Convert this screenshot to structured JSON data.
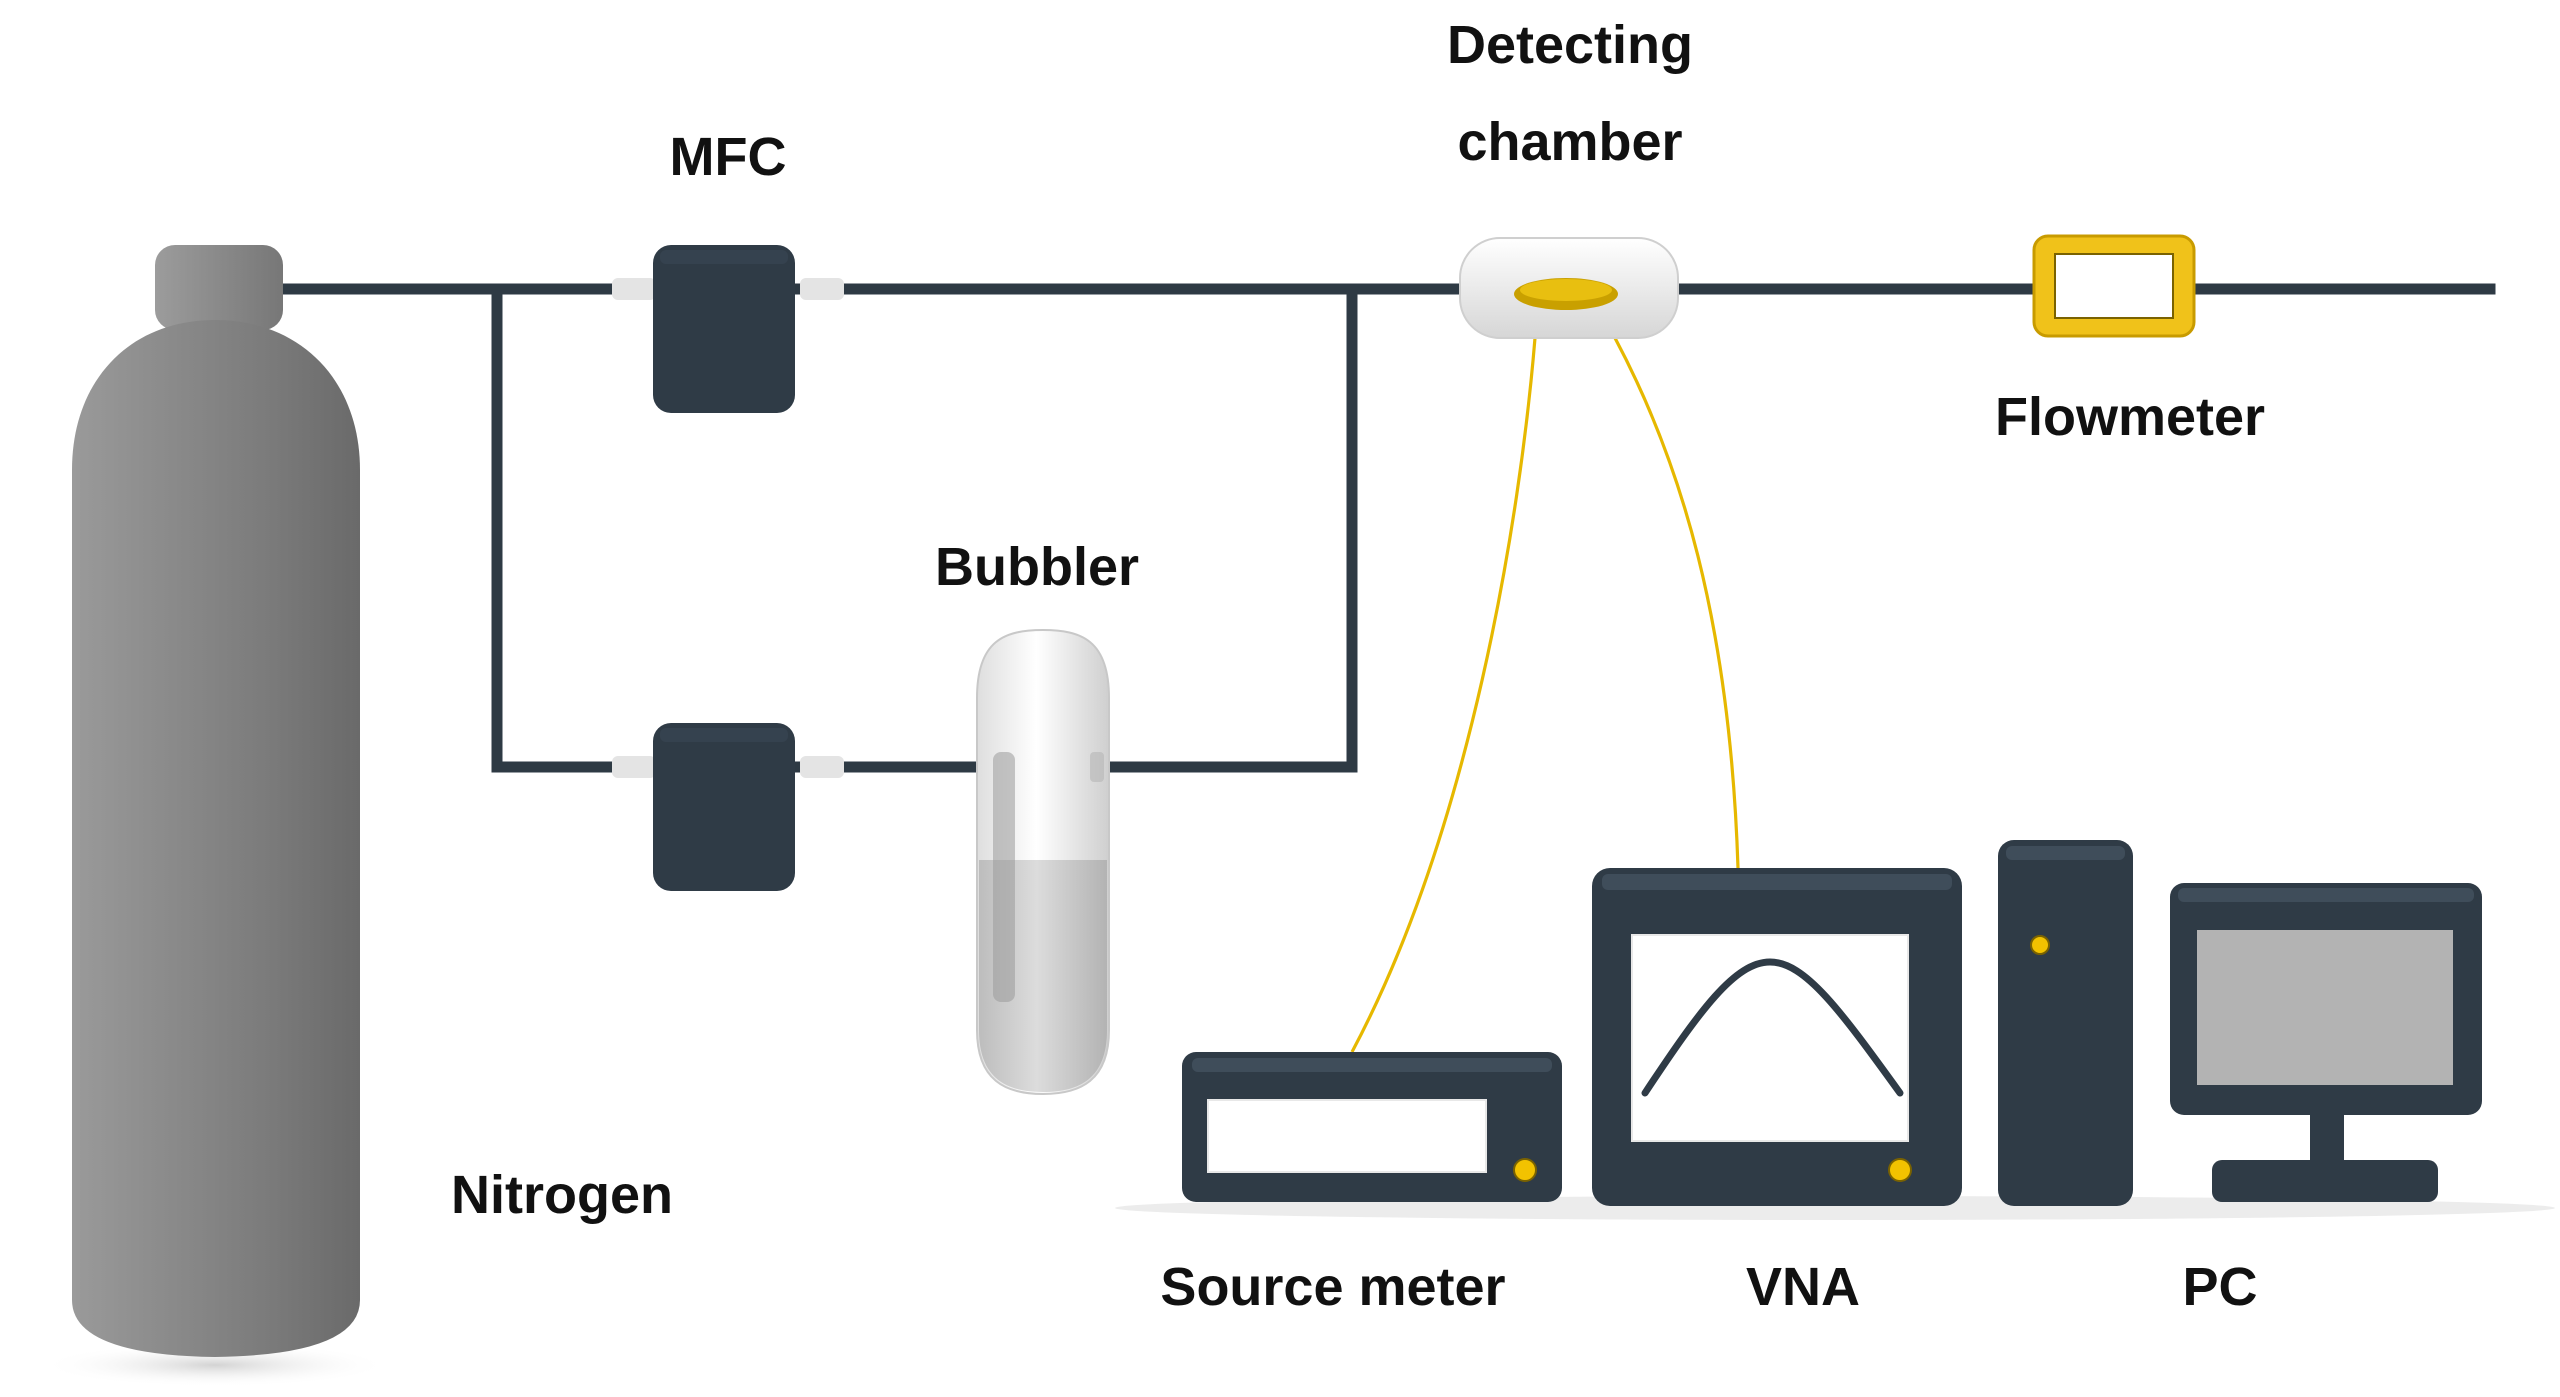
{
  "labels": {
    "detecting_line1": "Detecting",
    "detecting_line2": "chamber",
    "mfc": "MFC",
    "flowmeter": "Flowmeter",
    "bubbler": "Bubbler",
    "nitrogen": "Nitrogen",
    "source_meter": "Source meter",
    "vna": "VNA",
    "pc": "PC"
  },
  "colors": {
    "pipe": "#2e3a44",
    "device": "#2f3b46",
    "wire": "#e6b800",
    "flowmeter_frame": "#f0c21a",
    "chamber_window": "#c9a000"
  },
  "icons": {
    "cylinder": "gas-cylinder",
    "mfc": "mass-flow-controller",
    "bubbler": "bubbler-vessel",
    "chamber": "detecting-chamber",
    "flowmeter": "flowmeter",
    "source_meter": "source-meter",
    "vna": "vector-network-analyzer",
    "pc": "desktop-computer"
  }
}
